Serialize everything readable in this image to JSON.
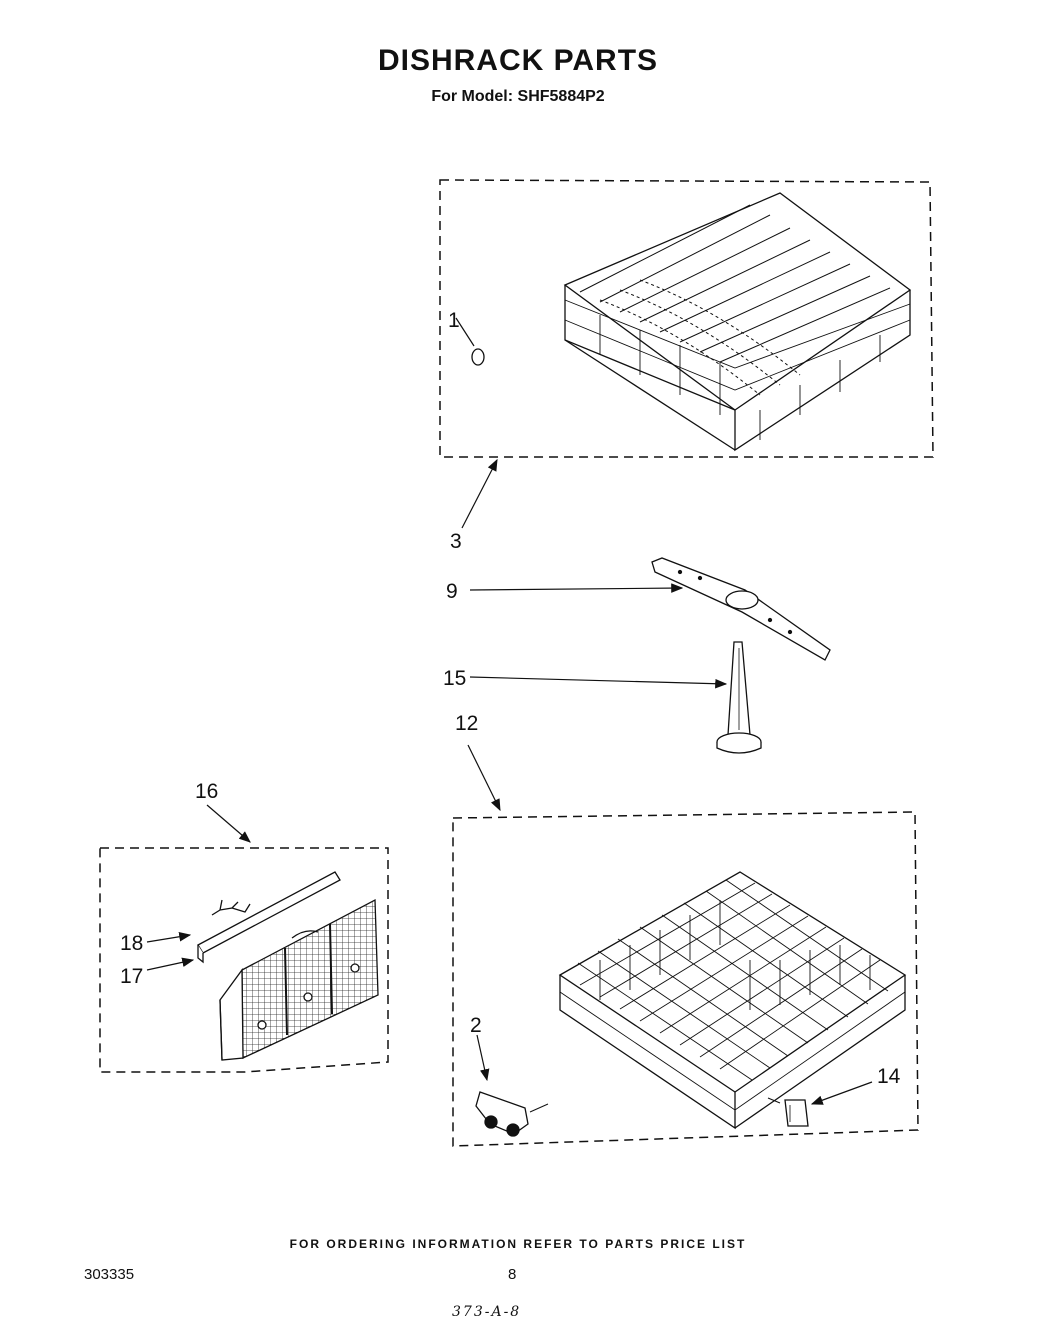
{
  "header": {
    "title": "DISHRACK PARTS",
    "subtitle": "For Model: SHF5884P2"
  },
  "callouts": {
    "c1": "1",
    "c2": "2",
    "c3": "3",
    "c9": "9",
    "c12": "12",
    "c14": "14",
    "c15": "15",
    "c16": "16",
    "c17": "17",
    "c18": "18"
  },
  "footer": {
    "note": "FOR ORDERING INFORMATION REFER TO PARTS PRICE LIST",
    "doc_number": "303335",
    "page_number": "8",
    "handwritten": "373-A-8"
  }
}
